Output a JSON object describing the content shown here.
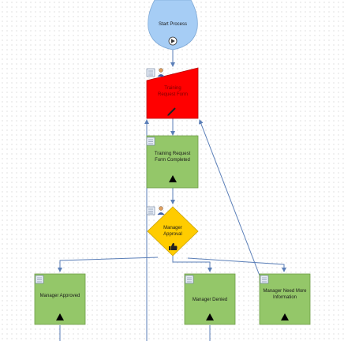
{
  "nodes": {
    "start": {
      "label": "Start Process"
    },
    "training_form": {
      "label": "Training Request Form"
    },
    "form_completed": {
      "label": "Training Request Form Completed"
    },
    "manager_approval": {
      "label": "Manager Approval"
    },
    "manager_approved": {
      "label": "Manager Approved"
    },
    "manager_denied": {
      "label": "Manager Denied"
    },
    "manager_need_info": {
      "label": "Manager Need More Information"
    }
  },
  "colors": {
    "start_fill": "#a6cdf5",
    "form_fill": "#ff0000",
    "task_fill": "#94c769",
    "decision_fill": "#ffcc00",
    "connector": "#5b7fb8"
  },
  "icons": [
    "play-icon",
    "pencil-icon",
    "triangle-icon",
    "thumbs-up-icon",
    "form-icon",
    "person-icon"
  ]
}
